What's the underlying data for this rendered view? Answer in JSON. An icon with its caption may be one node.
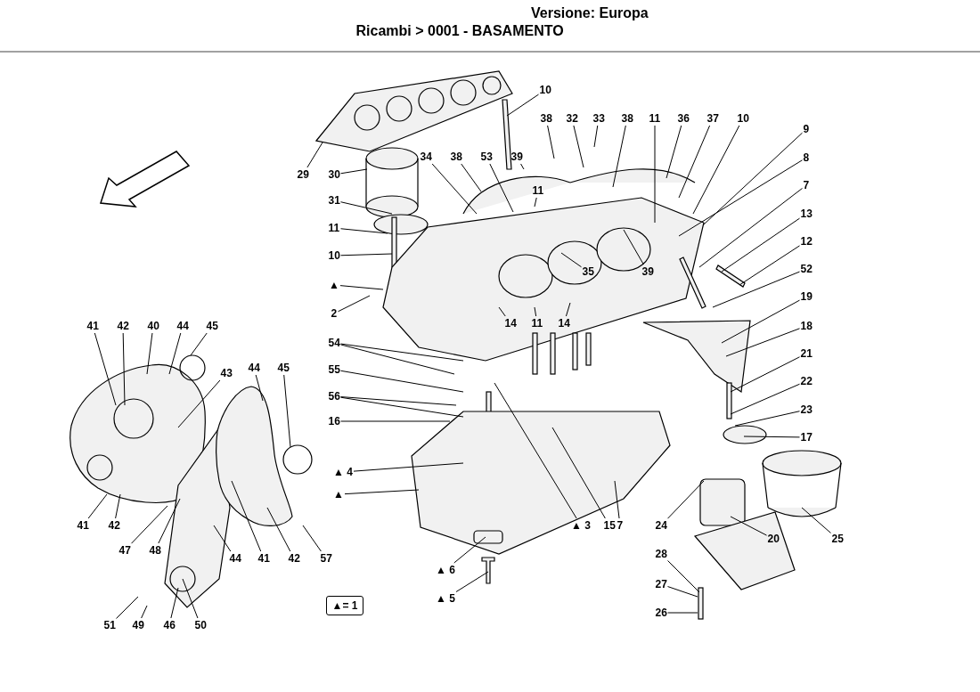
{
  "diagram": {
    "title": "Ricambi > 0001 - BASAMENTO",
    "nodes": [
      {
        "text": [
          "10"
        ]
      },
      {
        "text": [
          "38"
        ]
      },
      {
        "text": [
          "32"
        ]
      },
      {
        "text": [
          "33"
        ]
      },
      {
        "text": [
          "38"
        ]
      },
      {
        "text": [
          "11"
        ]
      },
      {
        "text": [
          "36"
        ]
      },
      {
        "text": [
          "37"
        ]
      },
      {
        "text": [
          "10"
        ]
      },
      {
        "text": [
          "29"
        ]
      },
      {
        "text": [
          "30"
        ]
      },
      {
        "text": [
          "34"
        ]
      },
      {
        "text": [
          "38"
        ]
      },
      {
        "text": [
          "53"
        ]
      },
      {
        "text": [
          "39"
        ]
      },
      {
        "text": [
          "9"
        ]
      },
      {
        "text": [
          "8"
        ]
      },
      {
        "text": [
          "11"
        ]
      },
      {
        "text": [
          "7"
        ]
      },
      {
        "text": [
          "31"
        ]
      },
      {
        "text": [
          "13"
        ]
      },
      {
        "text": [
          "11"
        ]
      },
      {
        "text": [
          "12"
        ]
      },
      {
        "text": [
          "10"
        ]
      },
      {
        "text": [
          "35"
        ]
      },
      {
        "text": [
          "39"
        ]
      },
      {
        "text": [
          "52"
        ]
      },
      {
        "text": [
          "▲"
        ]
      },
      {
        "text": [
          "19"
        ]
      },
      {
        "text": [
          "2"
        ]
      },
      {
        "text": [
          "14"
        ]
      },
      {
        "text": [
          "11"
        ]
      },
      {
        "text": [
          "14"
        ]
      },
      {
        "text": [
          "41"
        ]
      },
      {
        "text": [
          "42"
        ]
      },
      {
        "text": [
          "40"
        ]
      },
      {
        "text": [
          "44"
        ]
      },
      {
        "text": [
          "45"
        ]
      },
      {
        "text": [
          "18"
        ]
      },
      {
        "text": [
          "54"
        ]
      },
      {
        "text": [
          "21"
        ]
      },
      {
        "text": [
          "43"
        ]
      },
      {
        "text": [
          "44"
        ]
      },
      {
        "text": [
          "45"
        ]
      },
      {
        "text": [
          "55"
        ]
      },
      {
        "text": [
          "22"
        ]
      },
      {
        "text": [
          "56"
        ]
      },
      {
        "text": [
          "23"
        ]
      },
      {
        "text": [
          "16"
        ]
      },
      {
        "text": [
          "17"
        ]
      },
      {
        "text": [
          "▲ 4"
        ]
      },
      {
        "text": [
          "▲"
        ]
      },
      {
        "text": [
          "41"
        ]
      },
      {
        "text": [
          "42"
        ]
      },
      {
        "text": [
          "▲ 3"
        ]
      },
      {
        "text": [
          "15"
        ]
      },
      {
        "text": [
          "7"
        ]
      },
      {
        "text": [
          "24"
        ]
      },
      {
        "text": [
          "20"
        ]
      },
      {
        "text": [
          "25"
        ]
      },
      {
        "text": [
          "47"
        ]
      },
      {
        "text": [
          "48"
        ]
      },
      {
        "text": [
          "44"
        ]
      },
      {
        "text": [
          "41"
        ]
      },
      {
        "text": [
          "42"
        ]
      },
      {
        "text": [
          "57"
        ]
      },
      {
        "text": [
          "28"
        ]
      },
      {
        "text": [
          "▲ 6"
        ]
      },
      {
        "text": [
          "27"
        ]
      },
      {
        "text": [
          "▲ 5"
        ]
      },
      {
        "text": [
          "26"
        ]
      },
      {
        "text": [
          "51"
        ]
      },
      {
        "text": [
          "49"
        ]
      },
      {
        "text": [
          "46"
        ]
      },
      {
        "text": [
          "50"
        ]
      }
    ],
    "edges": [
      {
        "from": 0,
        "to": null,
        "arrow": "none"
      },
      {
        "from": 1,
        "to": null,
        "arrow": "none"
      },
      {
        "from": 2,
        "to": null,
        "arrow": "none"
      },
      {
        "from": 3,
        "to": null,
        "arrow": "none"
      },
      {
        "from": 4,
        "to": null,
        "arrow": "none"
      },
      {
        "from": 5,
        "to": null,
        "arrow": "none"
      },
      {
        "from": 6,
        "to": null,
        "arrow": "none"
      },
      {
        "from": 7,
        "to": null,
        "arrow": "none"
      },
      {
        "from": 8,
        "to": null,
        "arrow": "none"
      },
      {
        "from": 9,
        "to": null,
        "arrow": "none"
      },
      {
        "from": 10,
        "to": null,
        "arrow": "none"
      },
      {
        "from": 11,
        "to": null,
        "arrow": "none"
      },
      {
        "from": 12,
        "to": null,
        "arrow": "none"
      },
      {
        "from": 13,
        "to": null,
        "arrow": "none"
      },
      {
        "from": 14,
        "to": null,
        "arrow": "none"
      },
      {
        "from": 15,
        "to": null,
        "arrow": "none"
      },
      {
        "from": 16,
        "to": null,
        "arrow": "none"
      },
      {
        "from": 17,
        "to": null,
        "arrow": "none"
      },
      {
        "from": 18,
        "to": null,
        "arrow": "none"
      },
      {
        "from": 19,
        "to": null,
        "arrow": "none"
      },
      {
        "from": 20,
        "to": null,
        "arrow": "none"
      },
      {
        "from": 21,
        "to": null,
        "arrow": "none"
      },
      {
        "from": 22,
        "to": null,
        "arrow": "none"
      },
      {
        "from": 23,
        "to": null,
        "arrow": "none"
      },
      {
        "from": 24,
        "to": null,
        "arrow": "none"
      },
      {
        "from": 25,
        "to": null,
        "arrow": "none"
      },
      {
        "from": 26,
        "to": null,
        "arrow": "none"
      },
      {
        "from": 27,
        "to": null,
        "arrow": "none"
      },
      {
        "from": 28,
        "to": null,
        "arrow": "none"
      },
      {
        "from": 29,
        "to": null,
        "arrow": "none"
      },
      {
        "from": 30,
        "to": null,
        "arrow": "none"
      },
      {
        "from": 31,
        "to": null,
        "arrow": "none"
      },
      {
        "from": 32,
        "to": null,
        "arrow": "none"
      },
      {
        "from": 33,
        "to": null,
        "arrow": "none"
      },
      {
        "from": 34,
        "to": null,
        "arrow": "none"
      },
      {
        "from": 35,
        "to": null,
        "arrow": "none"
      },
      {
        "from": 36,
        "to": null,
        "arrow": "none"
      },
      {
        "from": 37,
        "to": null,
        "arrow": "none"
      },
      {
        "from": 38,
        "to": null,
        "arrow": "none"
      },
      {
        "from": 39,
        "to": null,
        "arrow": "none"
      },
      {
        "from": 39,
        "to": null,
        "arrow": "none"
      },
      {
        "from": 40,
        "to": null,
        "arrow": "none"
      },
      {
        "from": 41,
        "to": null,
        "arrow": "none"
      },
      {
        "from": 42,
        "to": null,
        "arrow": "none"
      },
      {
        "from": 43,
        "to": null,
        "arrow": "none"
      },
      {
        "from": 44,
        "to": null,
        "arrow": "none"
      },
      {
        "from": 45,
        "to": null,
        "arrow": "none"
      },
      {
        "from": 46,
        "to": null,
        "arrow": "none"
      },
      {
        "from": 46,
        "to": null,
        "arrow": "none"
      },
      {
        "from": 47,
        "to": null,
        "arrow": "none"
      },
      {
        "from": 48,
        "to": null,
        "arrow": "none"
      },
      {
        "from": 49,
        "to": null,
        "arrow": "none"
      },
      {
        "from": 50,
        "to": null,
        "arrow": "none"
      },
      {
        "from": 51,
        "to": null,
        "arrow": "none"
      },
      {
        "from": 52,
        "to": null,
        "arrow": "none"
      },
      {
        "from": 53,
        "to": null,
        "arrow": "none"
      },
      {
        "from": 54,
        "to": null,
        "arrow": "none"
      },
      {
        "from": 55,
        "to": null,
        "arrow": "none"
      },
      {
        "from": 56,
        "to": null,
        "arrow": "none"
      },
      {
        "from": 57,
        "to": null,
        "arrow": "none"
      },
      {
        "from": 58,
        "to": null,
        "arrow": "none"
      },
      {
        "from": 59,
        "to": null,
        "arrow": "none"
      },
      {
        "from": 60,
        "to": null,
        "arrow": "none"
      },
      {
        "from": 61,
        "to": null,
        "arrow": "none"
      },
      {
        "from": 62,
        "to": null,
        "arrow": "none"
      },
      {
        "from": 63,
        "to": null,
        "arrow": "none"
      },
      {
        "from": 64,
        "to": null,
        "arrow": "none"
      },
      {
        "from": 65,
        "to": null,
        "arrow": "none"
      },
      {
        "from": 66,
        "to": null,
        "arrow": "none"
      },
      {
        "from": 67,
        "to": null,
        "arrow": "none"
      },
      {
        "from": 68,
        "to": null,
        "arrow": "none"
      },
      {
        "from": 69,
        "to": null,
        "arrow": "none"
      },
      {
        "from": 70,
        "to": null,
        "arrow": "none"
      },
      {
        "from": 71,
        "to": null,
        "arrow": "none"
      },
      {
        "from": 72,
        "to": null,
        "arrow": "none"
      },
      {
        "from": 73,
        "to": null,
        "arrow": "none"
      },
      {
        "from": 74,
        "to": null,
        "arrow": "none"
      }
    ],
    "labels": [
      "Versione: Europa",
      "▲= 1"
    ]
  }
}
